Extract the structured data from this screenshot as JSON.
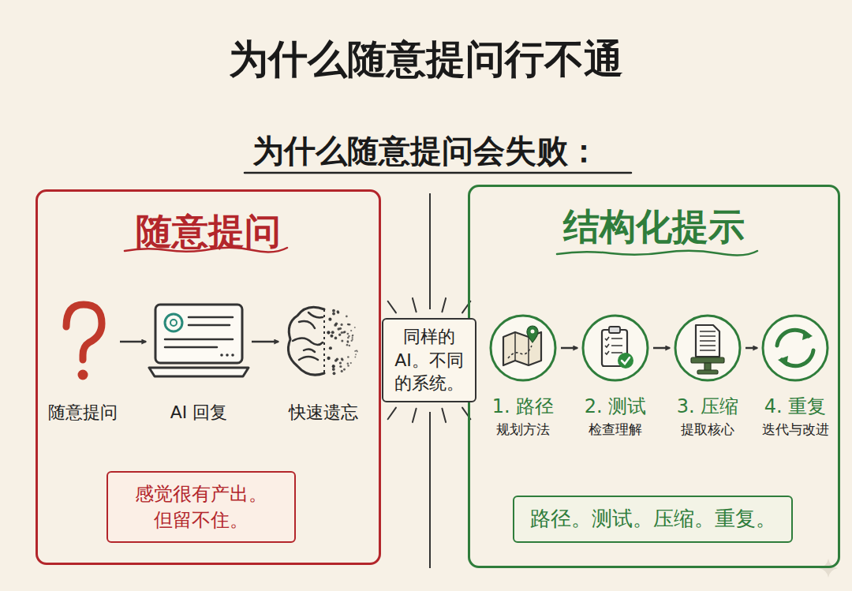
{
  "diagram": {
    "title": "为什么随意提问行不通",
    "nodes": [
      {
        "text": [
          "随意提问"
        ]
      },
      {
        "text": [
          "随意提问"
        ],
        "in": 0
      },
      {
        "text": [
          "AI 回复"
        ],
        "in": 0
      },
      {
        "text": [
          "快速遗忘"
        ],
        "in": 0
      },
      {
        "text": [
          "感觉很有产出。 但留不住。"
        ],
        "in": 0
      },
      {
        "text": [
          "同样的 AI。不同 的系统。"
        ]
      },
      {
        "text": [
          "结构化提示"
        ]
      },
      {
        "text": [
          "1. 路径",
          "规划方法"
        ],
        "in": 6
      },
      {
        "text": [
          "2. 测试",
          "检查理解"
        ],
        "in": 6
      },
      {
        "text": [
          "3. 压缩",
          "提取核心"
        ],
        "in": 6
      },
      {
        "text": [
          "4. 重复",
          "迭代与改进"
        ],
        "in": 6
      },
      {
        "text": [
          "路径。测试。压缩。重复。"
        ],
        "in": 6
      }
    ],
    "edges": [
      {
        "from": 1,
        "to": 2,
        "arrow": "to"
      },
      {
        "from": 2,
        "to": 3,
        "arrow": "to"
      },
      {
        "from": 7,
        "to": 8,
        "arrow": "to"
      },
      {
        "from": 8,
        "to": 9,
        "arrow": "to"
      },
      {
        "from": 9,
        "to": 10,
        "arrow": "to"
      }
    ],
    "labels": [
      "为什么随意提问会失败："
    ]
  }
}
